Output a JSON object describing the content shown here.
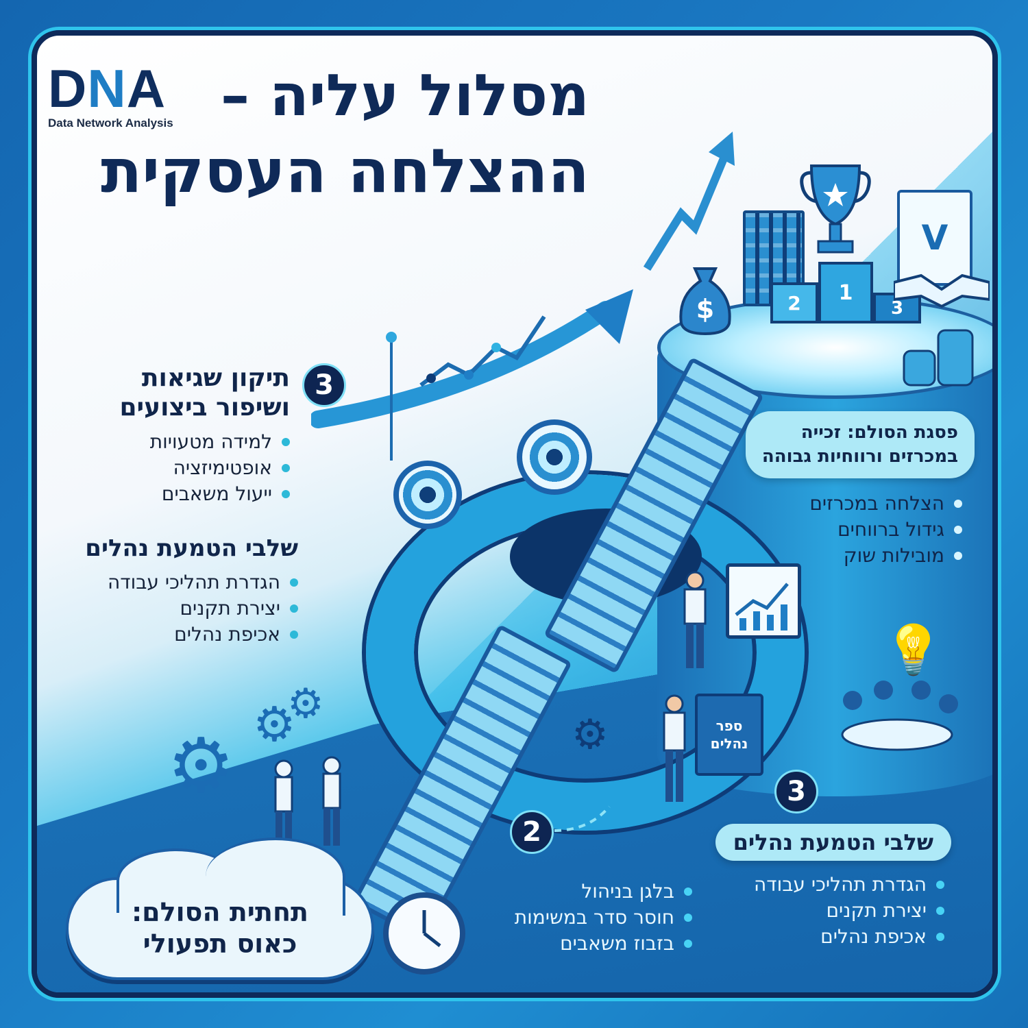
{
  "colors": {
    "background": "#1a78c2",
    "frame_border": "#0e2a5a",
    "frame_glow": "#2fc4ec",
    "title_text": "#0f2a58",
    "bullet_dot": "#2db9d8",
    "badge_bg": "#0e2552",
    "pill_bg": "#aee9f7"
  },
  "logo": {
    "mark_d": "D",
    "mark_n": "N",
    "mark_a": "A",
    "subtitle": "Data Network Analysis"
  },
  "header": {
    "title_line1": "מסלול עליה",
    "title_dash": "–",
    "title_line2": "ההצלחה העסקית"
  },
  "sections": {
    "fix_errors": {
      "badge": "3",
      "title_line1": "תיקון שגיאות",
      "title_line2": "ושיפור ביצועים",
      "bullets": [
        "למידה מטעויות",
        "אופטימיזציה",
        "ייעול משאבים"
      ]
    },
    "procedures_left": {
      "title": "שלבי הטמעת נהלים",
      "bullets": [
        "הגדרת תהליכי עבודה",
        "יצירת תקנים",
        "אכיפת נהלים"
      ]
    },
    "summit": {
      "title_line1": "פסגת הסולם: זכייה",
      "title_line2": "במכרזים ורווחיות גבוהה",
      "bullets": [
        "הצלחה במכרזים",
        "גידול ברווחים",
        "מובילות שוק"
      ]
    },
    "procedures_right": {
      "badge": "3",
      "title": "שלבי הטמעת נהלים",
      "bullets": [
        "הגדרת תהליכי עבודה",
        "יצירת תקנים",
        "אכיפת נהלים"
      ]
    },
    "chaos_issues": {
      "badge": "2",
      "bullets": [
        "בלגן בניהול",
        "חוסר סדר במשימות",
        "בזבוז משאבים"
      ]
    },
    "bottom": {
      "title_line1": "תחתית הסולם:",
      "title_line2": "כאוס תפעולי"
    }
  },
  "illustration": {
    "book_label_line1": "ספר",
    "book_label_line2": "נהלים",
    "doc_letter": "V",
    "podium_places": [
      "2",
      "1",
      "3"
    ],
    "icons": [
      "trophy-icon",
      "podium-icon",
      "building-icon",
      "money-bag-icon",
      "contract-icon",
      "handshake-icon",
      "coins-icon",
      "target-icon",
      "gear-icon",
      "clock-icon",
      "lightbulb-icon",
      "chart-board-icon",
      "growth-arrow-icon",
      "stairs-icon",
      "people-icon"
    ]
  }
}
